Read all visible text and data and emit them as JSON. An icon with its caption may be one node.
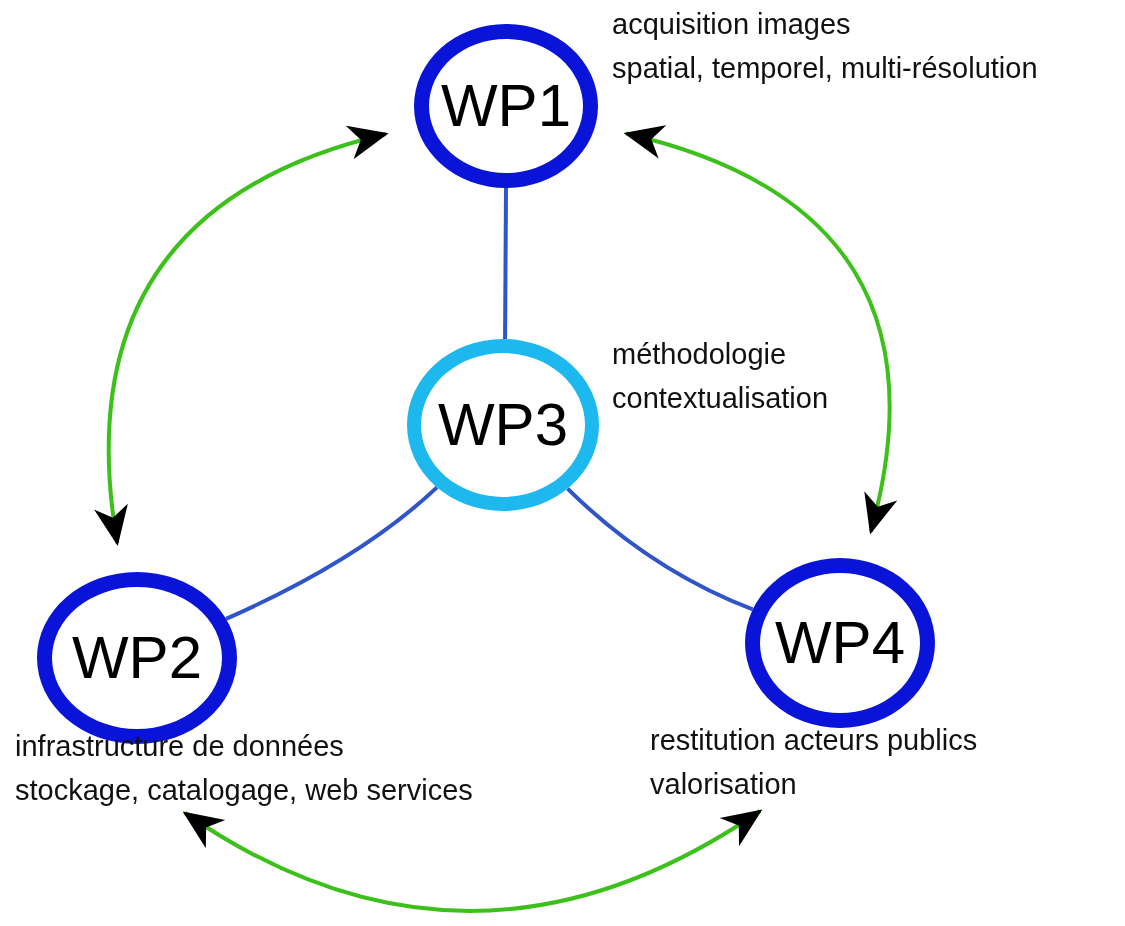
{
  "diagram": {
    "nodes": [
      {
        "text": [
          "WP1"
        ],
        "beside": [
          "acquisition images",
          "spatial, temporel, multi-résolution"
        ]
      },
      {
        "text": [
          "WP3"
        ],
        "beside": [
          "méthodologie",
          "contextualisation"
        ]
      },
      {
        "text": [
          "WP2"
        ],
        "beside": [
          "infrastructure de données",
          "stockage, catalogage, web services"
        ]
      },
      {
        "text": [
          "WP4"
        ],
        "beside": [
          "restitution acteurs publics",
          "valorisation"
        ]
      }
    ],
    "edges": [
      {
        "from": 0,
        "to": 1,
        "arrow": "none",
        "color": "#2f55c8"
      },
      {
        "from": 1,
        "to": 2,
        "arrow": "none",
        "color": "#2f55c8"
      },
      {
        "from": 1,
        "to": 3,
        "arrow": "none",
        "color": "#2f55c8"
      },
      {
        "from": 0,
        "to": 2,
        "arrow": "both",
        "color": "#3cc01a"
      },
      {
        "from": 0,
        "to": 3,
        "arrow": "both",
        "color": "#3cc01a"
      },
      {
        "from": 2,
        "to": 3,
        "arrow": "both",
        "color": "#3cc01a"
      }
    ]
  }
}
